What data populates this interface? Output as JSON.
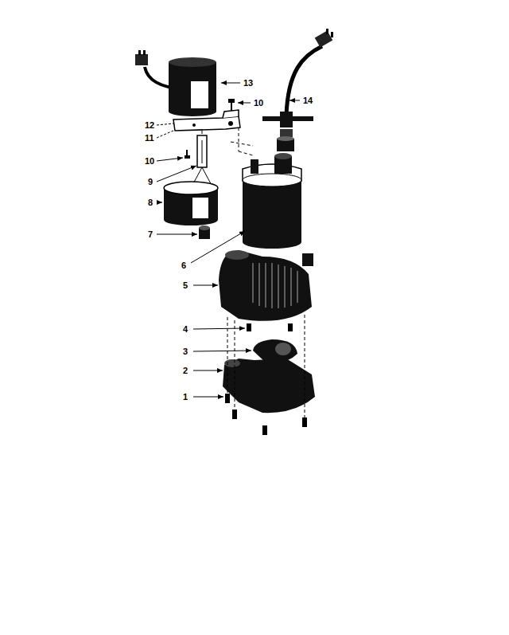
{
  "diagram": {
    "labels": [
      "13",
      "10",
      "14",
      "12",
      "11",
      "10",
      "9",
      "8",
      "7",
      "6",
      "5",
      "4",
      "3",
      "2",
      "1"
    ]
  }
}
